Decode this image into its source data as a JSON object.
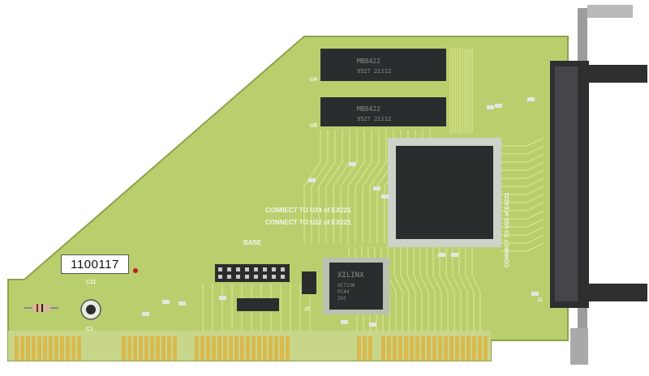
{
  "board": {
    "serial": "1100117",
    "labels": {
      "base": "BASE",
      "connect_u24": "CONNECT TO U24 of EX221",
      "connect_u22": "CONNECT TO U22 of EX221",
      "side_connect": "CONNECT TO U22 of EX221",
      "c11": "C11",
      "c1": "C1",
      "u4": "U4",
      "u5": "U5",
      "j1": "J1",
      "j2": "J2",
      "xilinx_brand": "XILINX",
      "xilinx_part": "XC7236",
      "xilinx_package": "PC44",
      "xilinx_speed": "25C"
    }
  },
  "colors": {
    "pcb": "#b9cf6e",
    "trace": "#d2e07a",
    "gold": "#d9b94e",
    "chip": "#2a2d2e",
    "bracket": "#9a9c9e"
  }
}
